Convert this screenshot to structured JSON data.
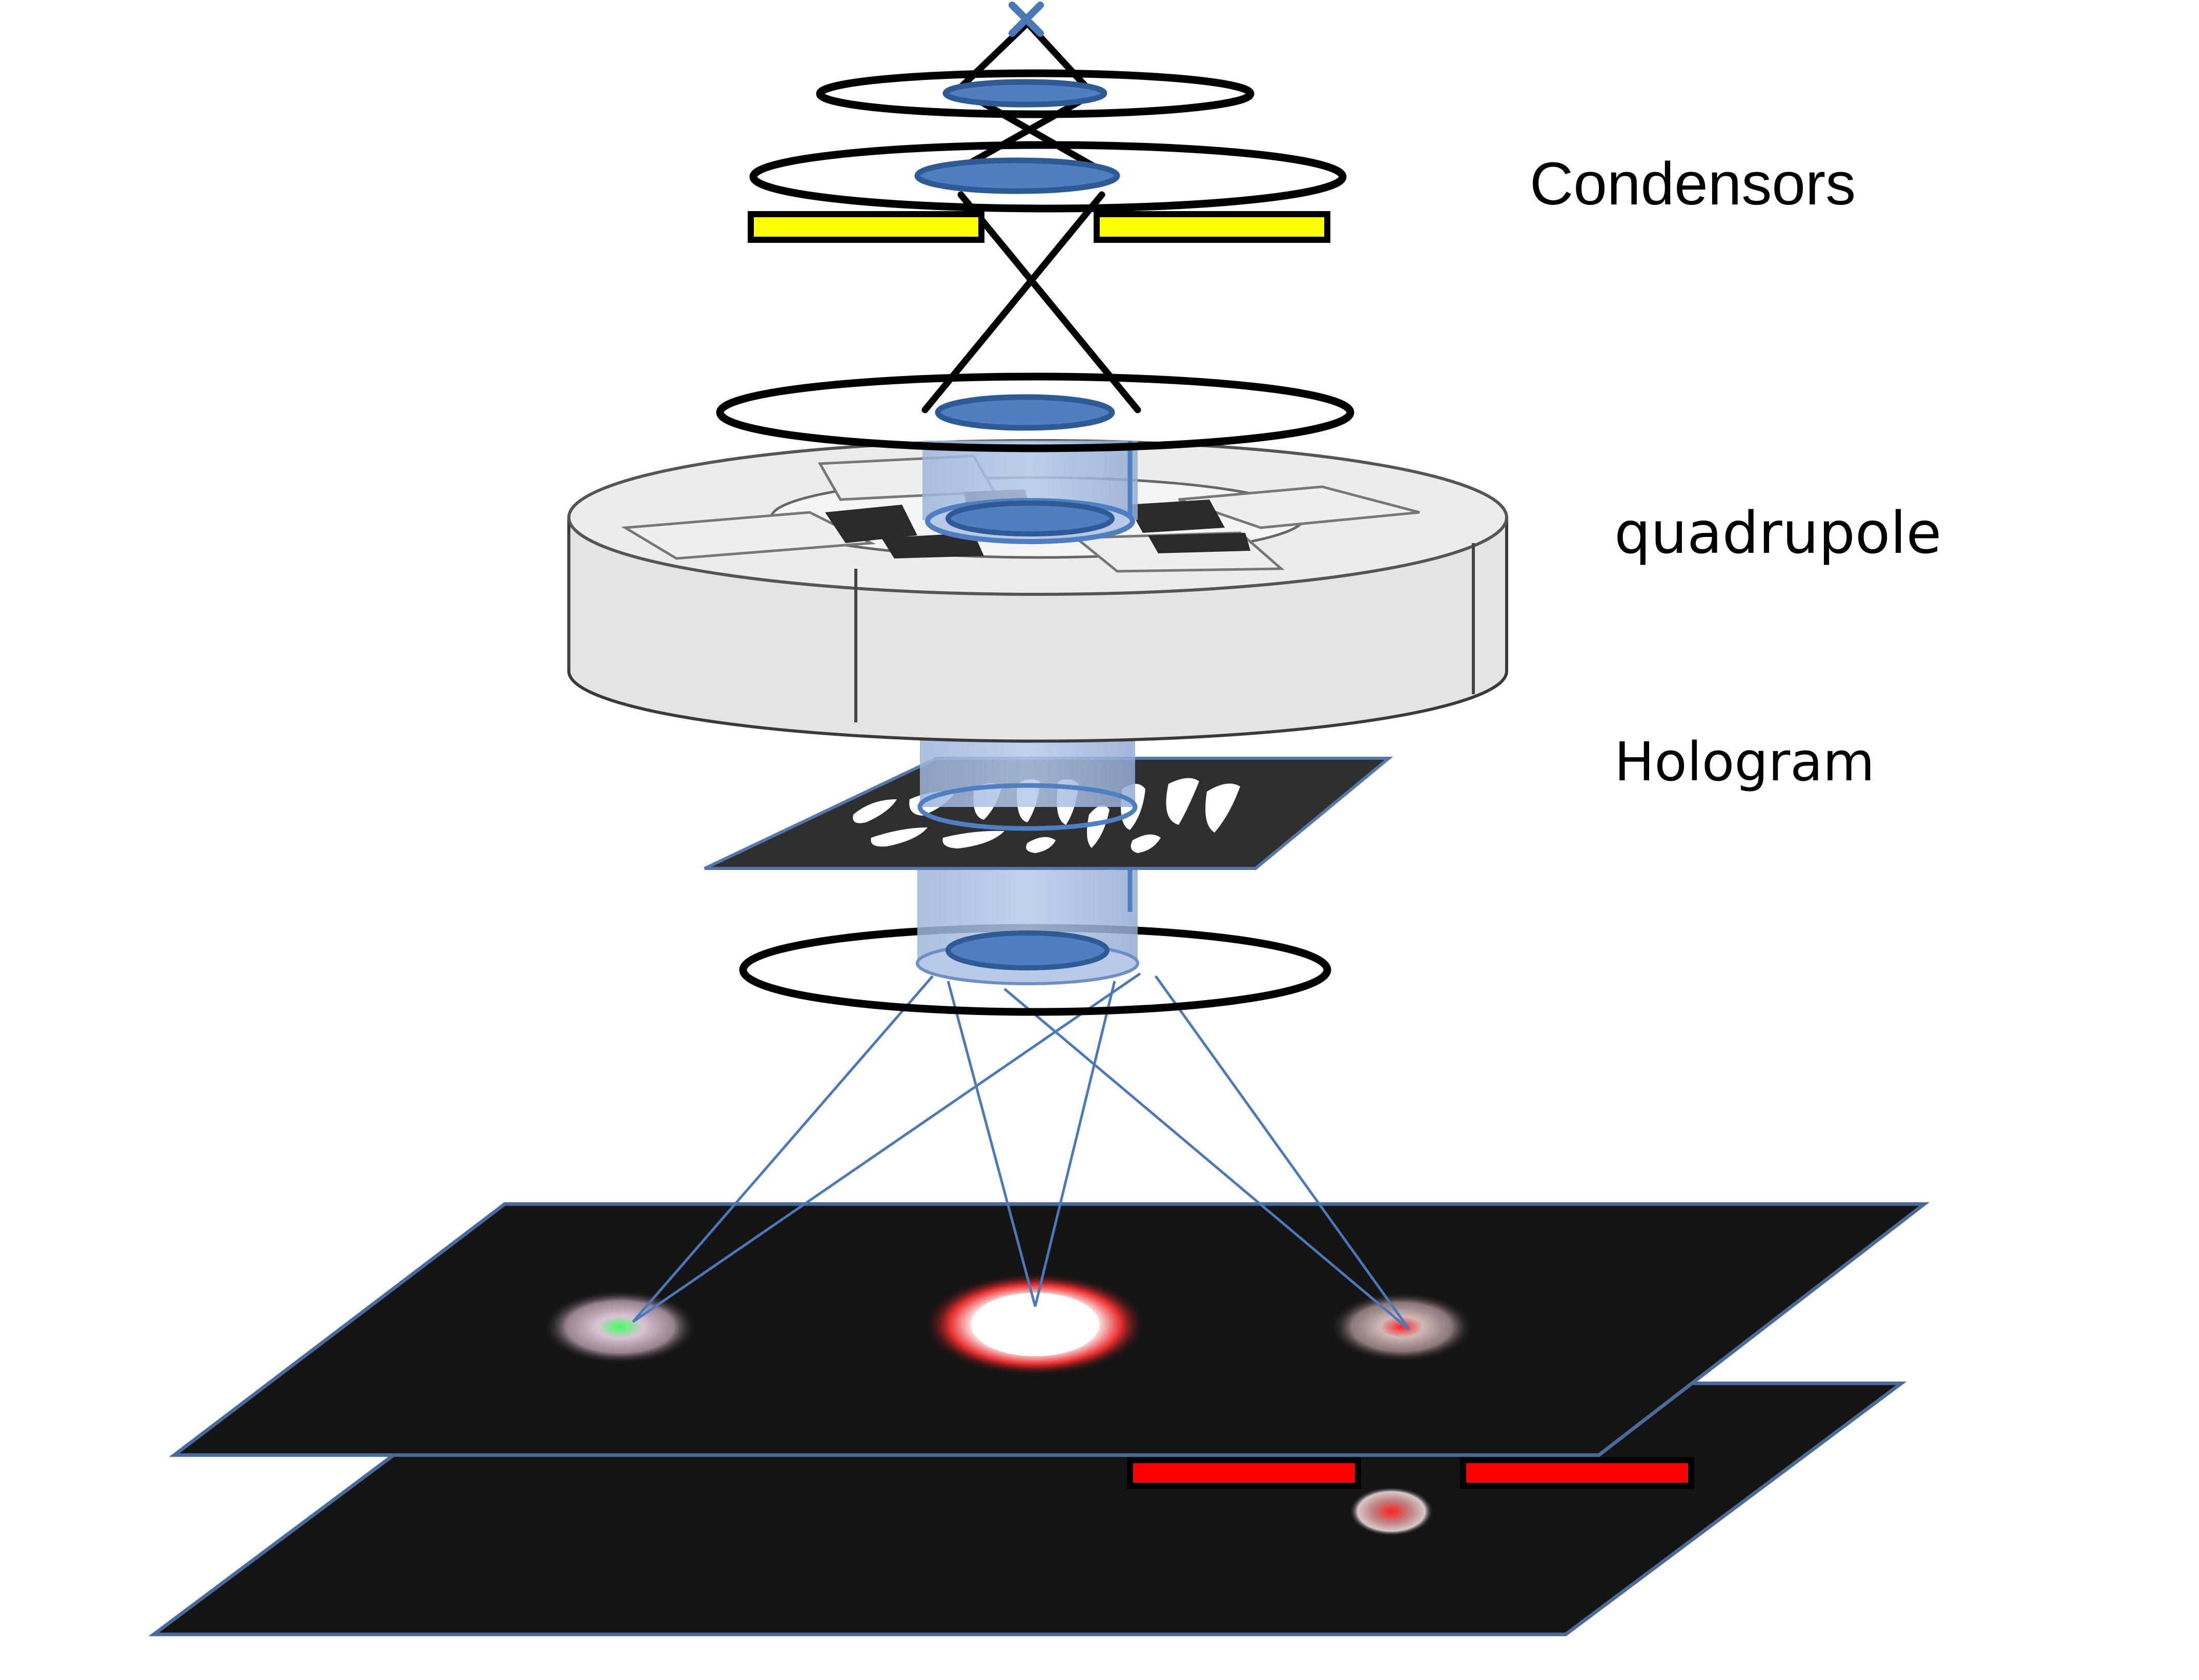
{
  "labels": {
    "condensors": "Condensors",
    "quadrupole": "quadrupole",
    "hologram": "Hologram"
  },
  "colors": {
    "lens_fill": "#4f7fc0",
    "lens_stroke": "#2e5a96",
    "beam": "#4a78b8",
    "aperture": "#ffff00",
    "slit": "#ff0000",
    "screen": "#141414",
    "screen_edge": "#4a6a9a",
    "quadrupole_body": "#e4e4e4",
    "cross_marker": "#4a78b8"
  },
  "icons": {
    "source": "cross-marker",
    "spots": [
      "left-diffraction-spot",
      "center-diffraction-spot",
      "right-diffraction-spot",
      "filtered-spot"
    ]
  }
}
